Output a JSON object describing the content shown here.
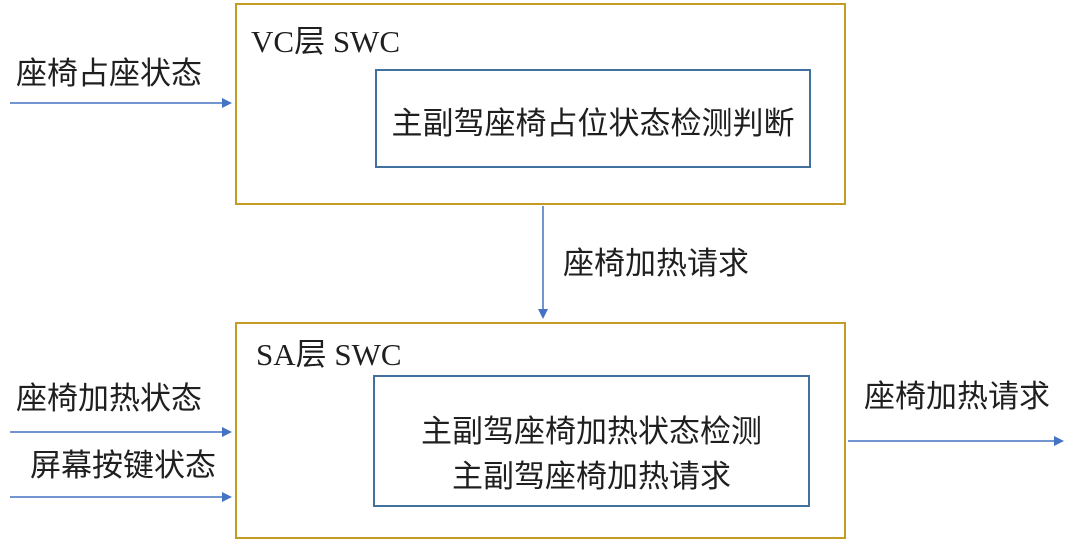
{
  "diagram": {
    "blocks": {
      "vc": {
        "title": "VC层 SWC",
        "process": "主副驾座椅占位状态检测判断"
      },
      "sa": {
        "title": "SA层 SWC",
        "process_line1": "主副驾座椅加热状态检测",
        "process_line2": "主副驾座椅加热请求"
      }
    },
    "inputs": {
      "seat_occupancy_status": "座椅占座状态",
      "seat_heating_status": "座椅加热状态",
      "screen_button_status": "屏幕按键状态"
    },
    "connectors": {
      "vc_to_sa_label": "座椅加热请求",
      "output_label": "座椅加热请求"
    },
    "colors": {
      "block_border": "#C49B25",
      "process_border": "#41719C",
      "arrow": "#4472C4",
      "text": "#1F1F1F"
    }
  }
}
